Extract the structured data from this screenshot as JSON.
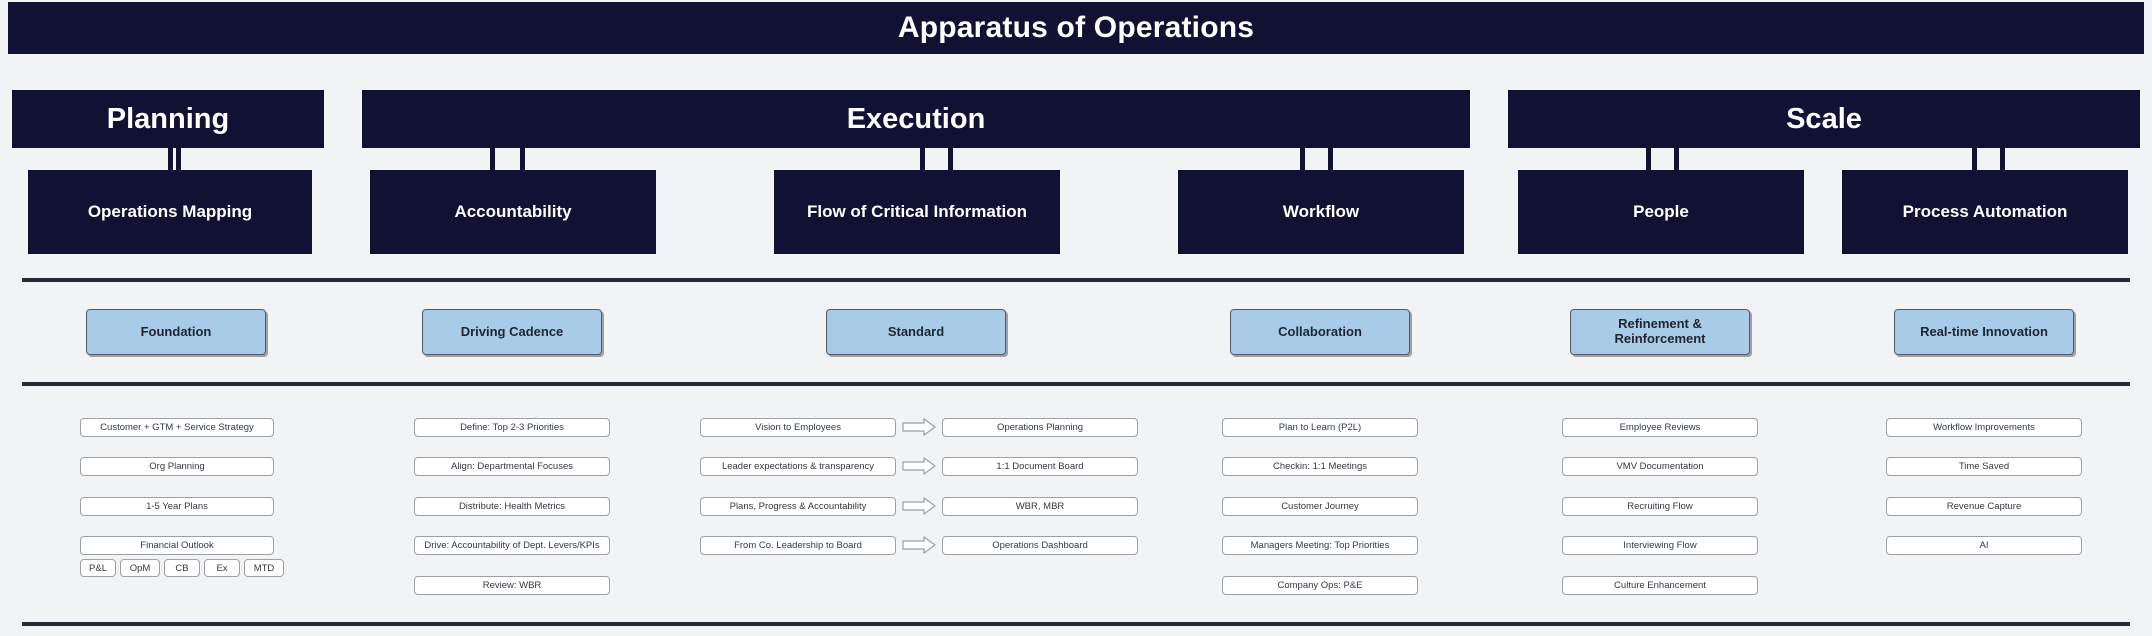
{
  "title": "Apparatus of Operations",
  "phases": [
    {
      "label": "Planning"
    },
    {
      "label": "Execution"
    },
    {
      "label": "Scale"
    }
  ],
  "pillars": [
    {
      "label": "Operations Mapping"
    },
    {
      "label": "Accountability"
    },
    {
      "label": "Flow of Critical Information"
    },
    {
      "label": "Workflow"
    },
    {
      "label": "People"
    },
    {
      "label": "Process Automation"
    }
  ],
  "tiers": [
    {
      "label": "Foundation"
    },
    {
      "label": "Driving Cadence"
    },
    {
      "label": "Standard"
    },
    {
      "label": "Collaboration"
    },
    {
      "label": "Refinement & Reinforcement"
    },
    {
      "label": "Real-time Innovation"
    }
  ],
  "columns": [
    {
      "name": "operations-mapping",
      "items": [
        "Customer + GTM + Service Strategy",
        "Org Planning",
        "1-5 Year Plans",
        "Financial Outlook"
      ],
      "chips": [
        "P&L",
        "OpM",
        "CB",
        "Ex",
        "MTD"
      ]
    },
    {
      "name": "accountability",
      "items": [
        "Define: Top 2-3 Priorities",
        "Align: Departmental Focuses",
        "Distribute: Health Metrics",
        "Drive: Accountability of Dept. Levers/KPIs",
        "Review: WBR"
      ],
      "chips": []
    },
    {
      "name": "flow-of-critical-information",
      "pairs": [
        {
          "from": "Vision to Employees",
          "to": "Operations Planning"
        },
        {
          "from": "Leader expectations & transparency",
          "to": "1:1 Document Board"
        },
        {
          "from": "Plans, Progress & Accountability",
          "to": "WBR, MBR"
        },
        {
          "from": "From Co. Leadership to Board",
          "to": "Operations Dashboard"
        }
      ],
      "arrow_icon": "arrow-right-icon"
    },
    {
      "name": "workflow",
      "items": [
        "Plan to Learn (P2L)",
        "Checkin: 1:1 Meetings",
        "Customer Journey",
        "Managers Meeting: Top Priorities",
        "Company Ops: P&E"
      ],
      "chips": []
    },
    {
      "name": "people",
      "items": [
        "Employee Reviews",
        "VMV Documentation",
        "Recruiting Flow",
        "Interviewing Flow",
        "Culture Enhancement"
      ],
      "chips": []
    },
    {
      "name": "process-automation",
      "items": [
        "Workflow Improvements",
        "Time Saved",
        "Revenue Capture",
        "AI"
      ],
      "chips": []
    }
  ],
  "colors": {
    "navy": "#111133",
    "tier_blue": "#a8cce8",
    "background": "#f1f3f5",
    "rule": "#2b2b38",
    "item_border": "#9aa0a6"
  }
}
